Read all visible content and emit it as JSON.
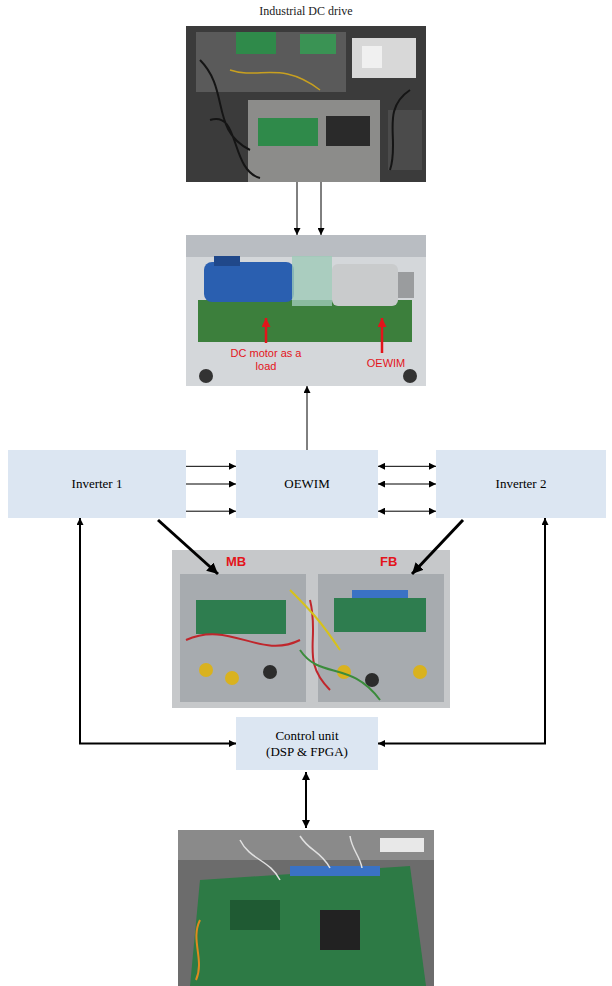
{
  "diagram": {
    "nodes": [
      {
        "text": [
          "Industrial DC drive"
        ]
      },
      {
        "text": [
          "DC motor as a load",
          "OEWIM"
        ]
      },
      {
        "text": [
          "Inverter 1"
        ]
      },
      {
        "text": [
          "OEWIM"
        ]
      },
      {
        "text": [
          "Inverter 2"
        ]
      },
      {
        "text": [
          "MB",
          "FB"
        ]
      },
      {
        "text": [
          "Control unit (DSP & FPGA)"
        ]
      }
    ],
    "edges": [
      {
        "from": 0,
        "to": 1,
        "arrow": "to"
      },
      {
        "from": 0,
        "to": 1,
        "arrow": "to"
      },
      {
        "from": 3,
        "to": 1,
        "arrow": "to"
      },
      {
        "from": 2,
        "to": 3,
        "arrow": "to"
      },
      {
        "from": 2,
        "to": 3,
        "arrow": "to"
      },
      {
        "from": 2,
        "to": 3,
        "arrow": "to"
      },
      {
        "from": 3,
        "to": 4,
        "arrow": "both"
      },
      {
        "from": 3,
        "to": 4,
        "arrow": "both"
      },
      {
        "from": 3,
        "to": 4,
        "arrow": "both"
      },
      {
        "from": 2,
        "to": 5,
        "arrow": "to"
      },
      {
        "from": 4,
        "to": 5,
        "arrow": "to"
      },
      {
        "from": 6,
        "to": 2,
        "arrow": "both"
      },
      {
        "from": 6,
        "to": 4,
        "arrow": "both"
      }
    ]
  }
}
